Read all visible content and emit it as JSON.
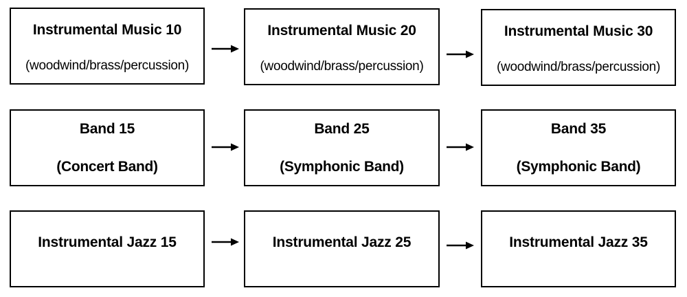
{
  "rows": [
    {
      "boxes": [
        {
          "title": "Instrumental Music 10",
          "subtitle": "(woodwind/brass/percussion)"
        },
        {
          "title": "Instrumental Music 20",
          "subtitle": "(woodwind/brass/percussion)"
        },
        {
          "title": "Instrumental Music 30",
          "subtitle": "(woodwind/brass/percussion)"
        }
      ]
    },
    {
      "boxes": [
        {
          "title": "Band 15",
          "subtitle": "(Concert Band)"
        },
        {
          "title": "Band 25",
          "subtitle": "(Symphonic Band)"
        },
        {
          "title": "Band 35",
          "subtitle": "(Symphonic Band)"
        }
      ]
    },
    {
      "boxes": [
        {
          "title": "Instrumental Jazz 15"
        },
        {
          "title": "Instrumental Jazz 25"
        },
        {
          "title": "Instrumental Jazz 35"
        }
      ]
    }
  ],
  "colors": {
    "stroke": "#000000",
    "background": "#ffffff"
  },
  "icons": {
    "connector": "right-arrow-icon"
  }
}
